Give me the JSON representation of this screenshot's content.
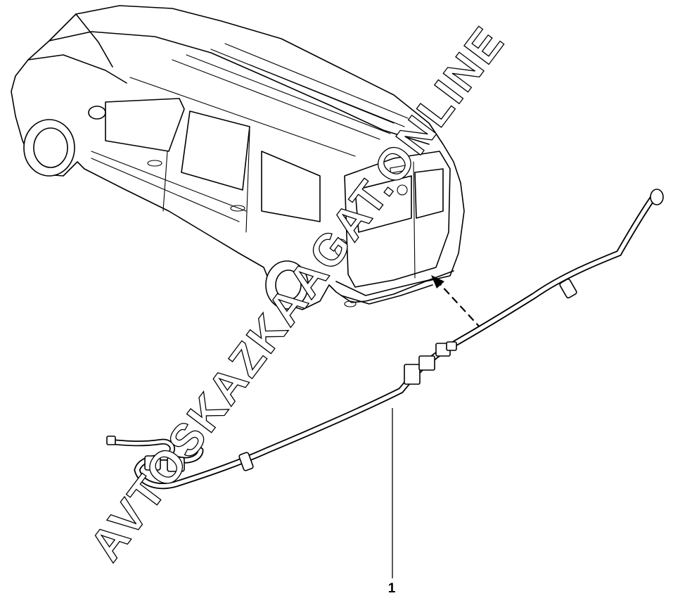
{
  "diagram": {
    "callouts": [
      {
        "id": "1",
        "label": "1"
      }
    ]
  },
  "watermark": {
    "text": "AVTOSKAZKAAGAT.ONLINE"
  }
}
